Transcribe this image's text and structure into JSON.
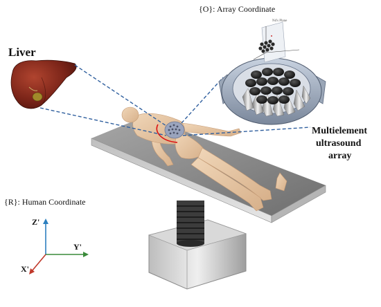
{
  "labels": {
    "array_coordinate": "{O}: Array Coordinate",
    "liver": "Liver",
    "multielement_line1": "Multielement",
    "multielement_line2": "ultrasound",
    "multielement_line3": "array",
    "human_coordinate": "{R}: Human Coordinate",
    "inset_plane": "Nd's Plane"
  },
  "axes": {
    "z": "Z'",
    "y": "Y'",
    "x": "X'"
  },
  "colors": {
    "connector_dash": "#2f5f9e",
    "axis_z": "#2c7fbf",
    "axis_y": "#3a8a3a",
    "axis_x": "#c0392b",
    "liver": "#7a2418",
    "table_top": "#8c8c8c",
    "skin": "#e8c9a8",
    "array_rim": "#9aa6b7"
  }
}
